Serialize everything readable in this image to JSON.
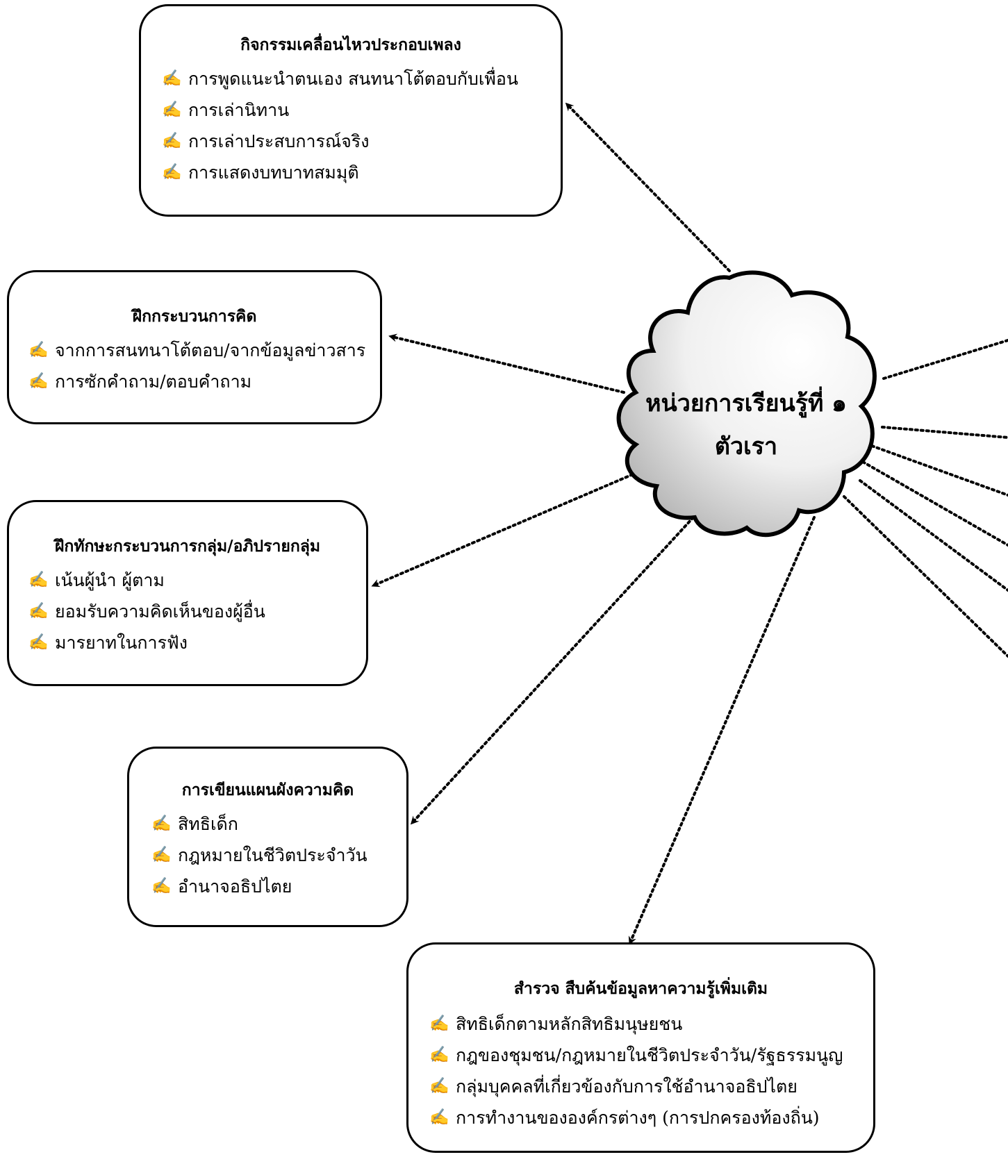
{
  "center": {
    "line1": "หน่วยการเรียนรู้ที่ ๑",
    "line2": "ตัวเรา"
  },
  "icon": {
    "pen": "writing-hand-icon",
    "glyph": "✍"
  },
  "boxes": {
    "movement": {
      "title": "กิจกรรมเคลื่อนไหวประกอบเพลง",
      "items": [
        "การพูดแนะนำตนเอง สนทนาโต้ตอบกับเพื่อน",
        "การเล่านิทาน",
        "การเล่าประสบการณ์จริง",
        "การแสดงบทบาทสมมุติ"
      ]
    },
    "thinking": {
      "title": "ฝึกกระบวนการคิด",
      "items": [
        "จากการสนทนาโต้ตอบ/จากข้อมูลข่าวสาร",
        "การซักคำถาม/ตอบคำถาม"
      ]
    },
    "group": {
      "title": "ฝึกทักษะกระบวนการกลุ่ม/อภิปรายกลุ่ม",
      "items": [
        "เน้นผู้นำ ผู้ตาม",
        "ยอมรับความคิดเห็นของผู้อื่น",
        "มารยาทในการฟัง"
      ]
    },
    "mindmap": {
      "title": "การเขียนแผนผังความคิด",
      "items": [
        "สิทธิเด็ก",
        "กฎหมายในชีวิตประจำวัน",
        "อำนาจอธิปไตย"
      ]
    },
    "survey": {
      "title": "สำรวจ สืบค้นข้อมูลหาความรู้เพิ่มเติม",
      "items": [
        "สิทธิเด็กตามหลักสิทธิมนุษยชน",
        "กฎของชุมชน/กฎหมายในชีวิตประจำวัน/รัฐธรรมนูญ",
        "กลุ่มบุคคลที่เกี่ยวข้องกับการใช้อำนาจอธิปไตย",
        "การทำงานขององค์กรต่างๆ (การปกครองท้องถิ่น)"
      ]
    }
  }
}
